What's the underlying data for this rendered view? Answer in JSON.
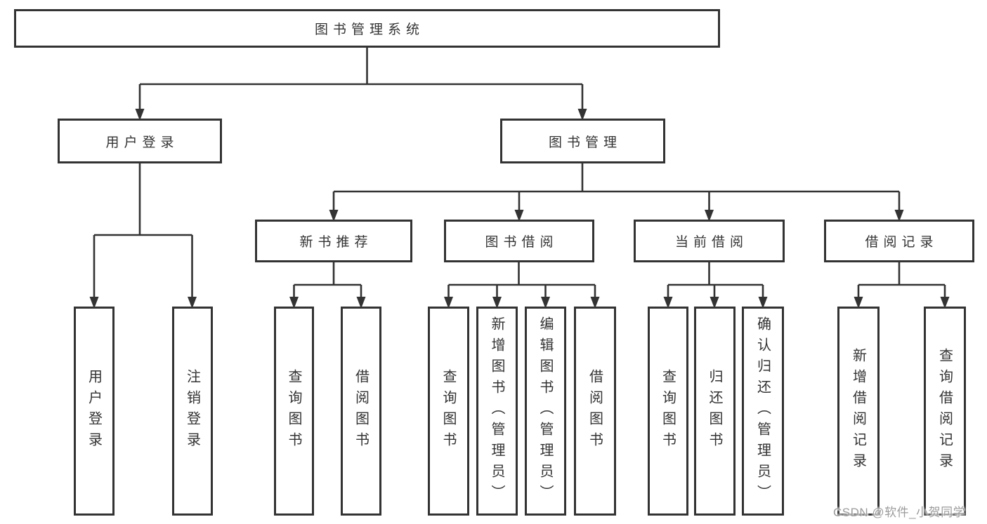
{
  "colors": {
    "line": "#333333",
    "text": "#333333",
    "watermark_text": "#9b9b9b",
    "background": "#ffffff"
  },
  "watermark": {
    "text": "CSDN @软件_小贺同学"
  },
  "tree": {
    "root": {
      "label": "图书管理系统",
      "children": [
        {
          "label": "用户登录",
          "children": [
            {
              "label": "用户登录"
            },
            {
              "label": "注销登录"
            }
          ]
        },
        {
          "label": "图书管理",
          "children": [
            {
              "label": "新书推荐",
              "children": [
                {
                  "label": "查询图书"
                },
                {
                  "label": "借阅图书"
                }
              ]
            },
            {
              "label": "图书借阅",
              "children": [
                {
                  "label": "查询图书"
                },
                {
                  "label": "新增图书（管理员）"
                },
                {
                  "label": "编辑图书（管理员）"
                },
                {
                  "label": "借阅图书"
                }
              ]
            },
            {
              "label": "当前借阅",
              "children": [
                {
                  "label": "查询图书"
                },
                {
                  "label": "归还图书"
                },
                {
                  "label": "确认归还（管理员）"
                }
              ]
            },
            {
              "label": "借阅记录",
              "children": [
                {
                  "label": "新增借阅记录"
                },
                {
                  "label": "查询借阅记录"
                }
              ]
            }
          ]
        }
      ]
    }
  }
}
